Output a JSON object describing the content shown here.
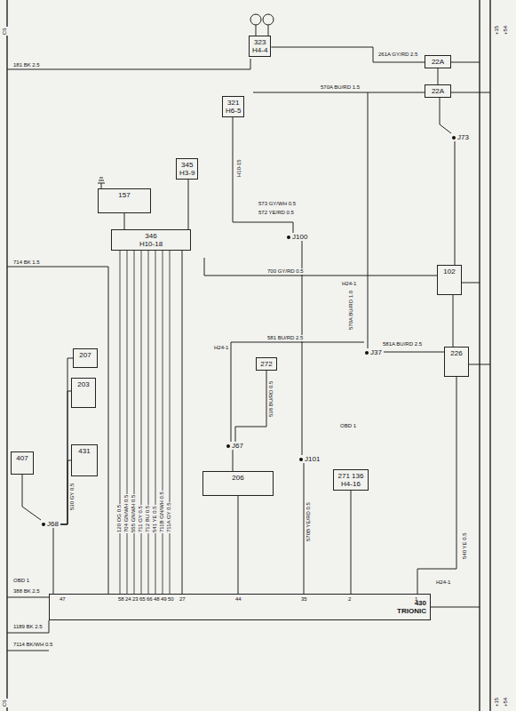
{
  "diagram": {
    "nodes": [
      {
        "text": [
          "323",
          "H4-4"
        ]
      },
      {
        "text": [
          "22A"
        ]
      },
      {
        "text": [
          "22A"
        ]
      },
      {
        "text": [
          "321",
          "H6-5"
        ]
      },
      {
        "text": [
          "345",
          "H3-9"
        ]
      },
      {
        "text": [
          "157"
        ]
      },
      {
        "text": [
          "346",
          "H10-18"
        ]
      },
      {
        "text": [
          "102"
        ]
      },
      {
        "text": [
          "226"
        ]
      },
      {
        "text": [
          "207"
        ]
      },
      {
        "text": [
          "203"
        ]
      },
      {
        "text": [
          "431"
        ]
      },
      {
        "text": [
          "407"
        ]
      },
      {
        "text": [
          "272"
        ]
      },
      {
        "text": [
          "206"
        ]
      },
      {
        "text": [
          "271 136",
          "H4-16"
        ]
      },
      {
        "text": [
          "430",
          "TRIONIC"
        ]
      },
      {
        "text": [
          "J100"
        ]
      },
      {
        "text": [
          "J37"
        ]
      },
      {
        "text": [
          "J67"
        ]
      },
      {
        "text": [
          "J101"
        ]
      },
      {
        "text": [
          "J68"
        ]
      },
      {
        "text": [
          "J73"
        ]
      }
    ],
    "edges": [
      {
        "from": 0,
        "to": 1,
        "arrow": "none"
      },
      {
        "from": 1,
        "to": 2,
        "arrow": "none"
      },
      {
        "from": 2,
        "to": 22,
        "arrow": "none"
      },
      {
        "from": 22,
        "to": 7,
        "arrow": "none"
      },
      {
        "from": 7,
        "to": 8,
        "arrow": "none"
      },
      {
        "from": 18,
        "to": 8,
        "arrow": "none"
      },
      {
        "from": 8,
        "to": 16,
        "arrow": "none"
      },
      {
        "from": 13,
        "to": 19,
        "arrow": "none"
      },
      {
        "from": 19,
        "to": 14,
        "arrow": "none"
      },
      {
        "from": 14,
        "to": 16,
        "arrow": "none"
      },
      {
        "from": 20,
        "to": 16,
        "arrow": "none"
      },
      {
        "from": 15,
        "to": 16,
        "arrow": "none"
      },
      {
        "from": 17,
        "to": 20,
        "arrow": "none"
      },
      {
        "from": 4,
        "to": 6,
        "arrow": "none"
      },
      {
        "from": 5,
        "to": 6,
        "arrow": "none"
      },
      {
        "from": 6,
        "to": 16,
        "arrow": "none"
      },
      {
        "from": 9,
        "to": 21,
        "arrow": "none"
      },
      {
        "from": 10,
        "to": 21,
        "arrow": "none"
      },
      {
        "from": 11,
        "to": 21,
        "arrow": "none"
      },
      {
        "from": 12,
        "to": 21,
        "arrow": "none"
      },
      {
        "from": 21,
        "to": 16,
        "arrow": "none"
      },
      {
        "from": 3,
        "to": 17,
        "arrow": "none"
      }
    ],
    "labels": [
      "C6",
      "C6",
      "+15",
      "+54",
      "+15",
      "+54",
      "181 BK 2.5",
      "261A GY/RD 2.5",
      "570A BU/RD 1.5",
      "H10-15",
      "573 GY/WH 0.5",
      "572 YE/RD 0.5",
      "714 BK 1.5",
      "700 GY/RD 0.5",
      "H24-1",
      "570A BU/RD 1.0",
      "581 BU/RD 2.5",
      "581A BU/RD 2.5",
      "H24-1",
      "538 BU/RD 0.5",
      "OBD 1",
      "570B YE/RD 0.5",
      "H24-1",
      "540 YE 0.5",
      "OBD 1",
      "388 BK 2.5",
      "1189 BK 2.5",
      "7114 BK/WH 0.5",
      "120 OG 0.5",
      "704 GN/WH 0.5",
      "555 GN/WH 0.5",
      "711 GY 0.5",
      "712 BU 0.5",
      "541 YE 0.5",
      "711B GN/WH 0.5",
      "711A GY 0.5",
      "530 GY 0.5",
      "47",
      "58",
      "24",
      "23",
      "65",
      "66",
      "48",
      "49",
      "50",
      "27",
      "44",
      "35",
      "2",
      "1"
    ]
  }
}
